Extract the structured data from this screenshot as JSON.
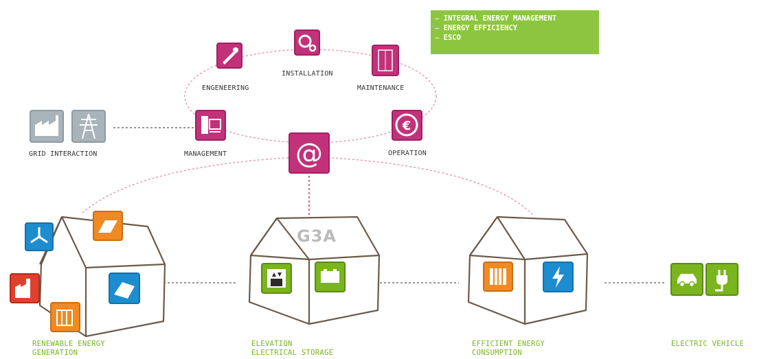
{
  "legend": {
    "items": [
      "INTEGRAL ENERGY MANAGEMENT",
      "ENERGY EFFICIENCY",
      "ESCO"
    ],
    "color": "#8cc63f"
  },
  "services": {
    "engineering": "ENGENEERING",
    "installation": "INSTALLATION",
    "maintenance": "MAINTENANCE",
    "management": "MANAGEMENT",
    "operation": "OPERATION",
    "grid": "GRID INTERACTION"
  },
  "house_sign": "G3A",
  "categories": {
    "renewable": [
      "RENEWABLE ENERGY",
      "GENERATION"
    ],
    "elevation": [
      "ELEVATION",
      "ELECTRICAL STORAGE"
    ],
    "efficient": [
      "EFFICIENT ENERGY",
      "CONSUMPTION"
    ],
    "vehicle": [
      "ELECTRIC VEHICLE"
    ]
  },
  "colors": {
    "pink": "#c2327a",
    "green": "#7ab51d",
    "orange": "#f08a24",
    "blue": "#1d8dcf",
    "red": "#e0402e",
    "gray": "#a9b3ba"
  },
  "icons": [
    "wrench-icon",
    "nut-icon",
    "maintenance-icon",
    "management-icon",
    "euro-icon",
    "at-icon",
    "factory-icon",
    "pylon-icon",
    "wind-turbine-icon",
    "solar-thermal-icon",
    "factory-red-icon",
    "solar-panel-icon",
    "heater-orange-icon",
    "elevator-icon",
    "battery-icon",
    "radiator-icon",
    "lightning-icon",
    "car-icon",
    "plug-icon"
  ]
}
